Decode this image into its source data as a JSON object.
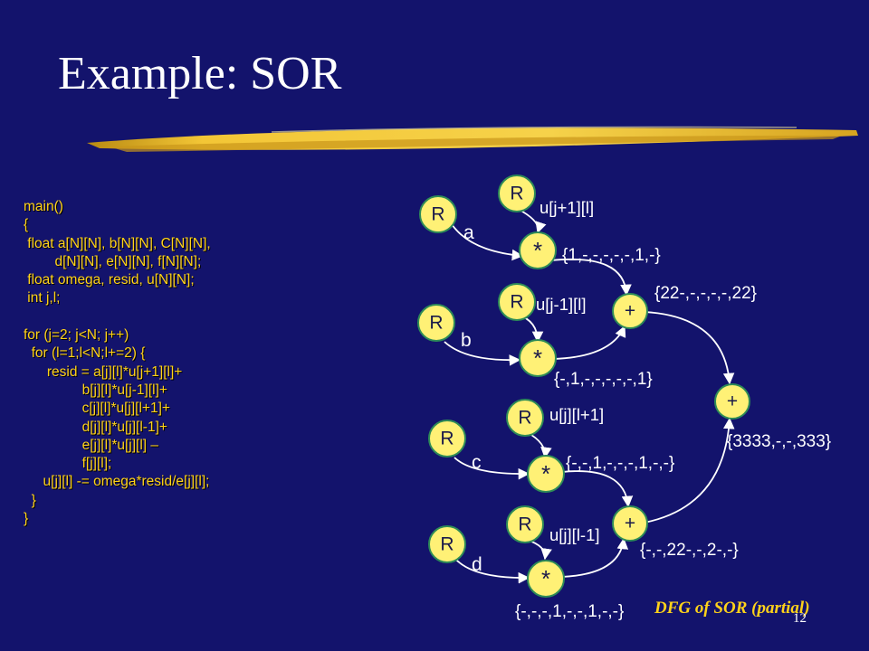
{
  "slide": {
    "title": "Example: SOR",
    "slide_number": "12",
    "caption": "DFG of SOR (partial)",
    "colors": {
      "background": "#13136c",
      "node_fill": "#fff176",
      "node_stroke": "#2e8b57",
      "text": "#ffd21a",
      "title": "#ffffff"
    }
  },
  "code": {
    "lines": [
      "main()",
      "{",
      " float a[N][N], b[N][N], C[N][N],",
      "        d[N][N], e[N][N], f[N][N];",
      " float omega, resid, u[N][N];",
      " int j,l;",
      "",
      "for (j=2; j<N; j++)",
      "  for (l=1;l<N;l+=2) {",
      "      resid = a[j][l]*u[j+1][l]+",
      "               b[j][l]*u[j-1][l]+",
      "               c[j][l]*u[j][l+1]+",
      "               d[j][l]*u[j][l-1]+",
      "               e[j][l]*u[j][l] –",
      "               f[j][l];",
      "     u[j][l] -= omega*resid/e[j][l];",
      "  }",
      "}"
    ]
  },
  "diagram": {
    "node_labels": {
      "read": "R",
      "mul": "*",
      "add": "+"
    },
    "edge_labels": [
      "a",
      "b",
      "c",
      "d"
    ],
    "operand_labels": [
      "u[j+1][l]",
      "u[j-1][l]",
      "u[j][l+1]",
      "u[j][l-1]"
    ],
    "annotations": [
      "{1,-,-,-,-,-,1,-}",
      "{22-,-,-,-,-,22}",
      "{-,1,-,-,-,-,-,1}",
      "{3333,-,-,333}",
      "{-,-,1,-,-,-,1,-,-}",
      "{-,-,22-,-,2-,-}",
      "{-,-,-,1,-,-,1,-,-}"
    ]
  }
}
